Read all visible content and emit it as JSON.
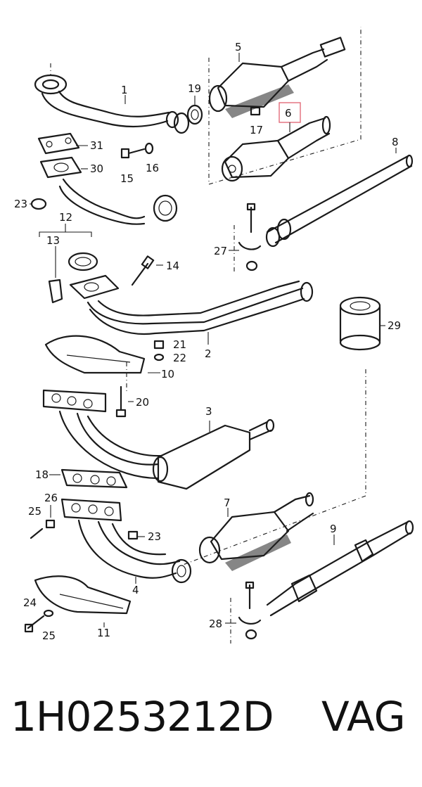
{
  "diagram": {
    "callouts": {
      "c1": "1",
      "c2": "2",
      "c3": "3",
      "c4": "4",
      "c5": "5",
      "c6": "6",
      "c7": "7",
      "c8": "8",
      "c9": "9",
      "c10": "10",
      "c11": "11",
      "c12": "12",
      "c13": "13",
      "c14": "14",
      "c15": "15",
      "c16": "16",
      "c17": "17",
      "c18": "18",
      "c19": "19",
      "c20": "20",
      "c21": "21",
      "c22": "22",
      "c23a": "23",
      "c23b": "23",
      "c24": "24",
      "c25a": "25",
      "c25b": "25",
      "c26": "26",
      "c27": "27",
      "c28": "28",
      "c29": "29",
      "c30": "30",
      "c31": "31"
    },
    "highlight_color": "#e06070"
  },
  "footer": {
    "part_number": "1H0253212D",
    "brand": "VAG"
  }
}
